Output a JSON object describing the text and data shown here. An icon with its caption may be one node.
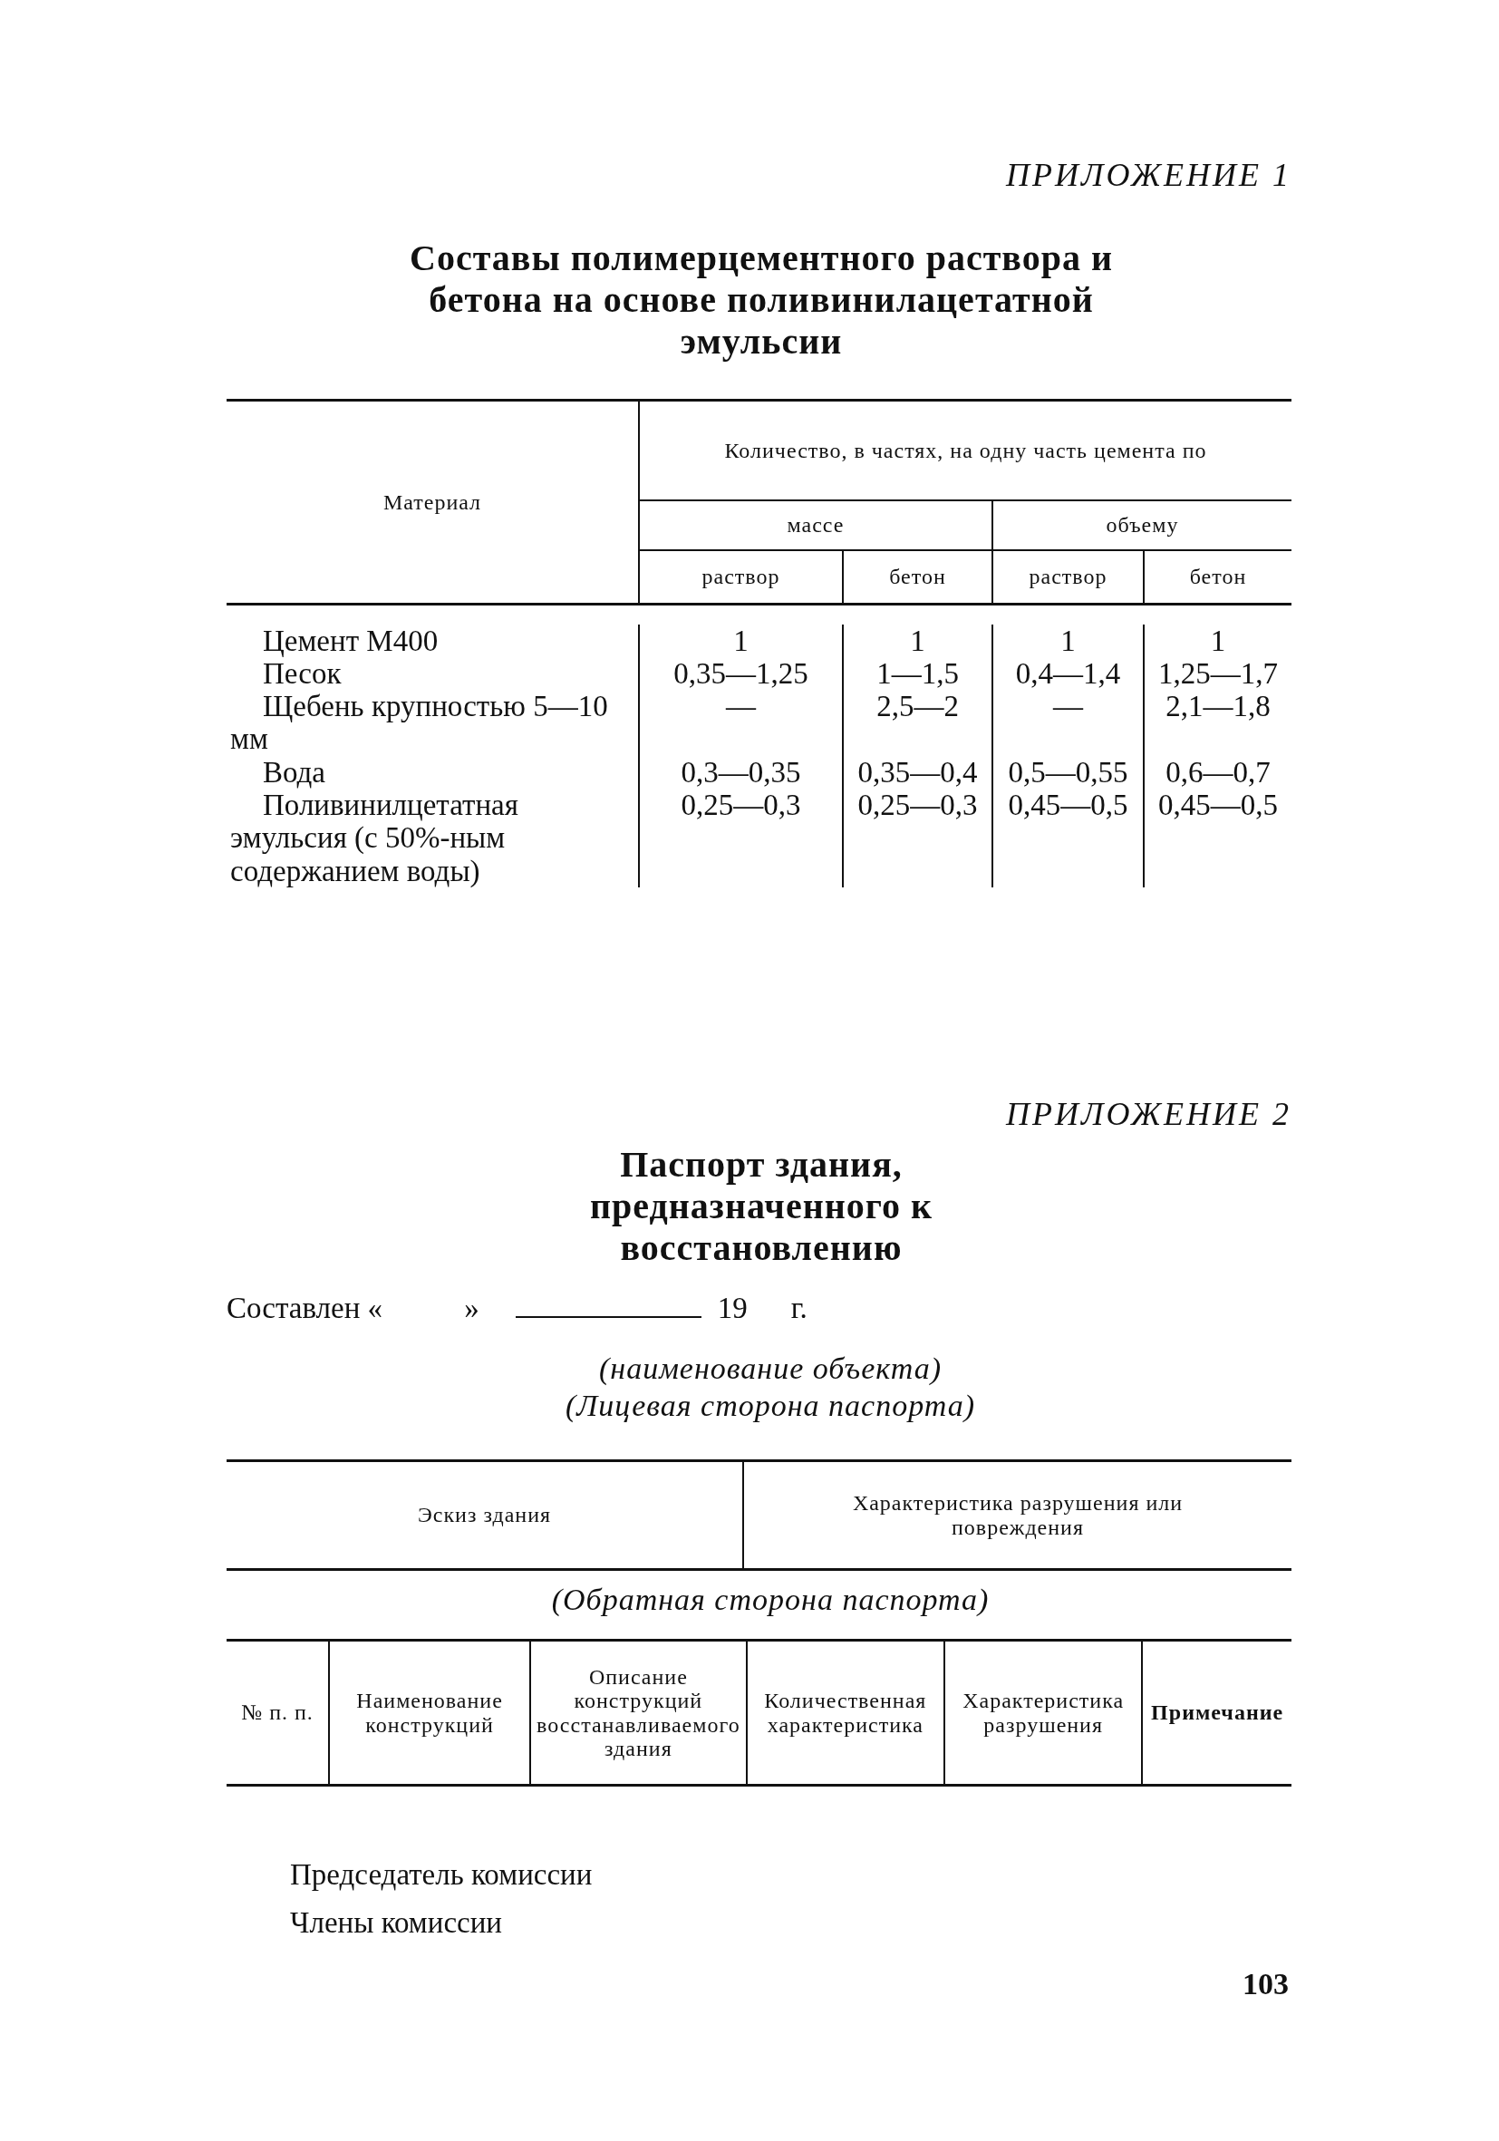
{
  "diagram": {
    "labels": [
      "ПРИЛОЖЕНИЕ 1",
      "Составы полимерцементного раствора и бетона на основе поливинилацетатной эмульсии",
      "Материал",
      "Количество, в частях, на одну часть цемента по",
      "массе",
      "объему",
      "раствор",
      "бетон",
      "раствор",
      "бетон",
      "Цемент М400",
      "1",
      "1",
      "1",
      "1",
      "Песок",
      "0,35—1,25",
      "1—1,5",
      "0,4—1,4",
      "1,25—1,7",
      "Щебень крупностью 5—10 мм",
      "—",
      "2,5—2",
      "—",
      "2,1—1,8",
      "Вода",
      "0,3—0,35",
      "0,35—0,4",
      "0,5—0,55",
      "0,6—0,7",
      "Поливинилцетатная эмульсия (с 50%-ным содержанием воды)",
      "0,25—0,3",
      "0,25—0,3",
      "0,45—0,5",
      "0,45—0,5",
      "ПРИЛОЖЕНИЕ 2",
      "Паспорт здания, предназначенного к восстановлению",
      "Составлен «",
      "»",
      "19",
      "г.",
      "(наименование объекта)",
      "(Лицевая сторона паспорта)",
      "Эскиз здания",
      "Характеристика разрушения или повреждения",
      "(Обратная сторона паспорта)",
      "№ п. п.",
      "Наименование конструкций",
      "Описание конструкций восстанавливаемого здания",
      "Количественная характеристика",
      "Характеристика разрушения",
      "Примечание",
      "Председатель комиссии",
      "Члены комиссии",
      "103"
    ]
  }
}
